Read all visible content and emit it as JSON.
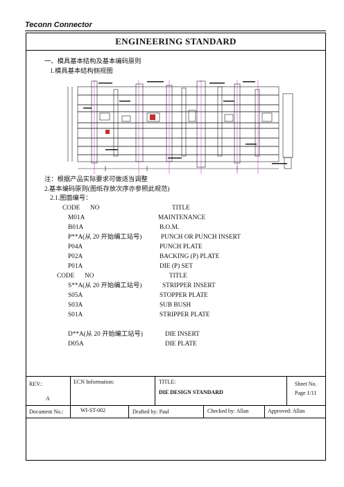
{
  "header": {
    "brand": "Teconn Connector",
    "title": "ENGINEERING STANDARD"
  },
  "body": {
    "section_heading": "一、模具基本结构及基本编码原则",
    "subsection_1": "1.模具基本结构侧视图",
    "note": "注：根据产品实际要求可做适当调整",
    "subsection_2": "2.基本编码原则(图纸存放次序亦参照此规范)",
    "subsection_2_1": "2.1.图面编号：",
    "table1": {
      "code_header": "CODE",
      "no_header": "NO",
      "title_header": "TITLE",
      "rows": [
        {
          "code": "M01A",
          "title": "MAINTENANCE"
        },
        {
          "code": "B01A",
          "title": "B.O.M."
        },
        {
          "code": "P**A(从 20 开始编工站号)",
          "title": "PUNCH OR PUNCH INSERT"
        },
        {
          "code": "P04A",
          "title": "PUNCH PLATE"
        },
        {
          "code": "P02A",
          "title": "BACKING (P) PLATE"
        },
        {
          "code": "P01A",
          "title": "DIE (P) SET"
        }
      ]
    },
    "table2": {
      "code_header": "CODE",
      "no_header": "NO",
      "title_header": "TITLE",
      "rows": [
        {
          "code": "S**A(从 20 开始编工站号)",
          "title": "STRIPPER INSERT"
        },
        {
          "code": "S05A",
          "title": "STOPPER PLATE"
        },
        {
          "code": "S03A",
          "title": "SUB BUSH"
        },
        {
          "code": "S01A",
          "title": "STRIPPER PLATE"
        }
      ]
    },
    "table3": {
      "rows": [
        {
          "code": "D**A(从 20 开始编工站号)",
          "title": "DIE INSERT"
        },
        {
          "code": "D05A",
          "title": "DIE PLATE"
        }
      ]
    }
  },
  "footer": {
    "rev_label": "REV.:",
    "rev_value": "A",
    "ecn_label": "ECN Information:",
    "title_label": "TITLE:",
    "title_value": "DIE DESIGN STANDARD",
    "sheet_label": "Sheet No.",
    "sheet_value": "Page 1/11",
    "doc_label": "Document No.:",
    "doc_value": "WI-ST-002",
    "drafted": "Drafted by: Paul",
    "checked": "Checked by: Allan",
    "approved": "Approved: Allan"
  },
  "colors": {
    "drawing_line": "#1a1a1a",
    "drawing_highlight": "#c020c0",
    "drawing_accent": "#c03030"
  }
}
